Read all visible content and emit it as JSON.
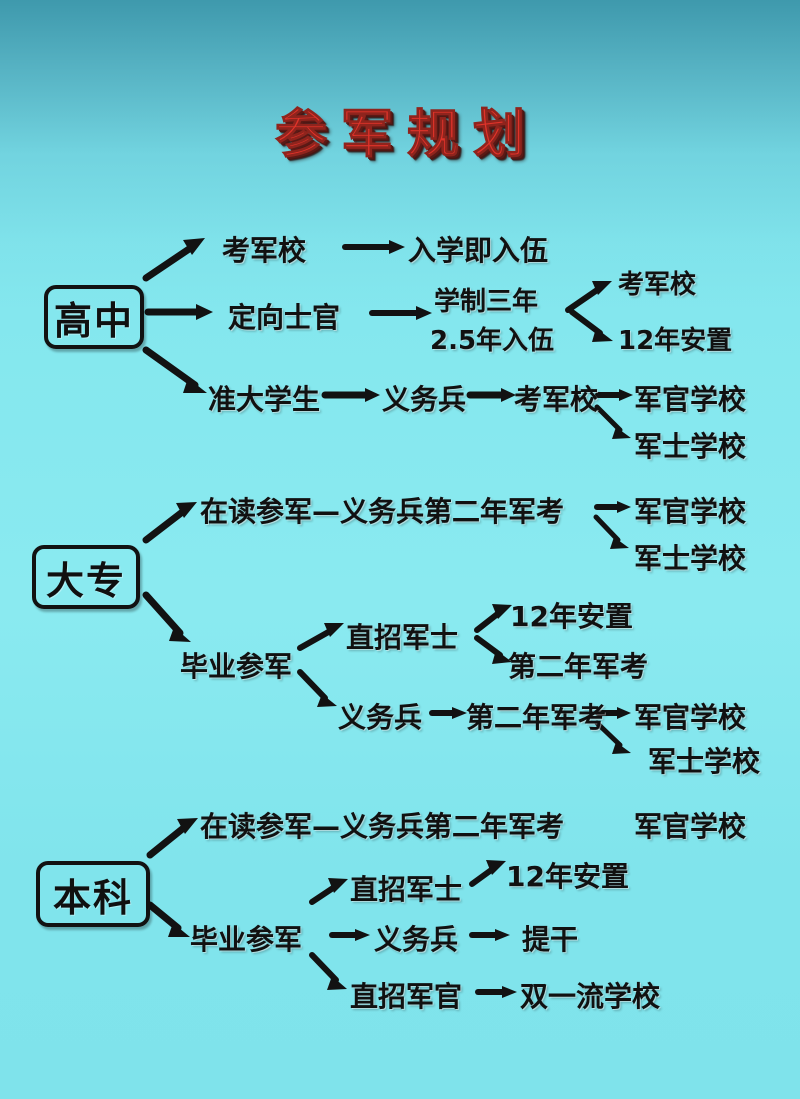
{
  "poster": {
    "title": "参军规划",
    "title_color": "#e0332a",
    "background_top_color": "#4FA5B8",
    "background_bottom_color": "#80E5EC",
    "text_color": "#111111"
  },
  "chart_data": {
    "type": "diagram",
    "title": "参军规划",
    "layout": "left-to-right tree, three root nodes",
    "roots": [
      {
        "label": "高中",
        "branches": [
          {
            "chain": [
              "考军校",
              "入学即入伍"
            ]
          },
          {
            "chain": [
              "定向士官",
              "学制三年 / 2.5年入伍"
            ],
            "then": [
              "考军校",
              "12年安置"
            ]
          },
          {
            "chain": [
              "准大学生",
              "义务兵",
              "考军校"
            ],
            "then": [
              "军官学校",
              "军士学校"
            ]
          }
        ]
      },
      {
        "label": "大专",
        "branches": [
          {
            "chain": [
              "在读参军",
              "义务兵第二年军考"
            ],
            "then": [
              "军官学校",
              "军士学校"
            ]
          },
          {
            "chain": [
              "毕业参军",
              "直招军士"
            ],
            "then": [
              "12年安置",
              "第二年军考"
            ]
          },
          {
            "chain": [
              "毕业参军",
              "义务兵",
              "第二年军考"
            ],
            "then": [
              "军官学校",
              "军士学校"
            ]
          }
        ]
      },
      {
        "label": "本科",
        "branches": [
          {
            "chain": [
              "在读参军",
              "义务兵第二年军考",
              "军官学校"
            ]
          },
          {
            "chain": [
              "毕业参军",
              "直招军士",
              "12年安置"
            ]
          },
          {
            "chain": [
              "毕业参军",
              "义务兵",
              "提干"
            ]
          },
          {
            "chain": [
              "毕业参军",
              "直招军官",
              "双一流学校"
            ]
          }
        ]
      }
    ]
  },
  "sections": {
    "highschool": {
      "box_label": "高中",
      "n_kaojunxiao": "考军校",
      "n_ruxuejiruwu": "入学即入伍",
      "n_dingxiangshiguan": "定向士官",
      "n_xuezhisannian": "学制三年",
      "n_2_5nianruwu": "2.5年入伍",
      "n_kaojunxiao2": "考军校",
      "n_12niananzhi": "12年安置",
      "n_zhundaxuesheng": "准大学生",
      "n_yiwubing": "义务兵",
      "n_kaojunxiao3": "考军校",
      "n_junguanxuexiao": "军官学校",
      "n_junshixuexiao": "军士学校",
      "arrow1": "—",
      "arrow2": "—",
      "arrow3": "—"
    },
    "college": {
      "box_label": "大专",
      "n_zaiducanjun": "在读参军—义务兵第二年军考",
      "n_junguanxuexiao": "军官学校",
      "n_junshixuexiao": "军士学校",
      "n_biyecanjun": "毕业参军",
      "n_zhizhaojunshi": "直招军士",
      "n_12niananzhi": "12年安置",
      "n_dieryijunkao": "第二年军考",
      "n_yiwubing": "义务兵",
      "n_dieryijunkao2": "第二年军考",
      "n_junguanxuexiao2": "军官学校",
      "n_junshixuexiao2": "军士学校"
    },
    "undergrad": {
      "box_label": "本科",
      "n_zaiducanjun": "在读参军—义务兵第二年军考",
      "n_junguanxuexiao": "军官学校",
      "n_zhizhaojunshi": "直招军士",
      "n_12niananzhi": "12年安置",
      "n_biyecanjun": "毕业参军",
      "n_yiwubing": "义务兵",
      "n_tigan": "提干",
      "n_zhizhaojunguan": "直招军官",
      "n_shuangyiliuxuexiao": "双一流学校"
    }
  },
  "connectors": {
    "long_arrow": "⟶",
    "short_arrow": "→",
    "em_dash_arrow": "—"
  }
}
